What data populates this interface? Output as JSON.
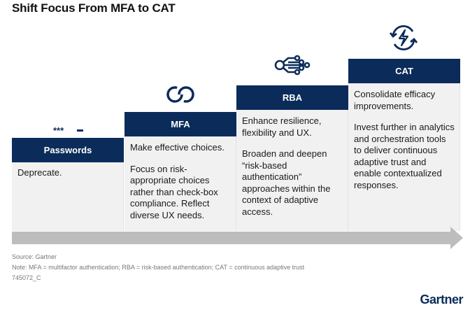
{
  "title": "Shift Focus From MFA to CAT",
  "colors": {
    "header": "#0b2c5a",
    "panel": "#f1f1f1",
    "arrow": "#bdbdbd"
  },
  "stages": [
    {
      "label": "Passwords",
      "icon": "password-icon",
      "paragraphs": [
        "Deprecate."
      ]
    },
    {
      "label": "MFA",
      "icon": "linked-rings-icon",
      "paragraphs": [
        "Make effective choices.",
        "Focus on risk-appropriate choices rather than check-box compliance. Reflect diverse UX needs."
      ]
    },
    {
      "label": "RBA",
      "icon": "circuit-icon",
      "paragraphs": [
        "Enhance resilience, flexibility and UX.",
        "Broaden and deepen “risk-based authentication” approaches within the context of adaptive access."
      ]
    },
    {
      "label": "CAT",
      "icon": "refresh-lightning-icon",
      "paragraphs": [
        "Consolidate efficacy improvements.",
        "Invest further in analytics and orchestration tools to deliver continuous adaptive trust and enable contextualized responses."
      ]
    }
  ],
  "footer": {
    "source": "Source: Gartner",
    "note": "Note: MFA = multifactor authentication; RBA = risk-based authentication; CAT = continuous adaptive trust",
    "id": "745072_C"
  },
  "logo": "Gartner"
}
